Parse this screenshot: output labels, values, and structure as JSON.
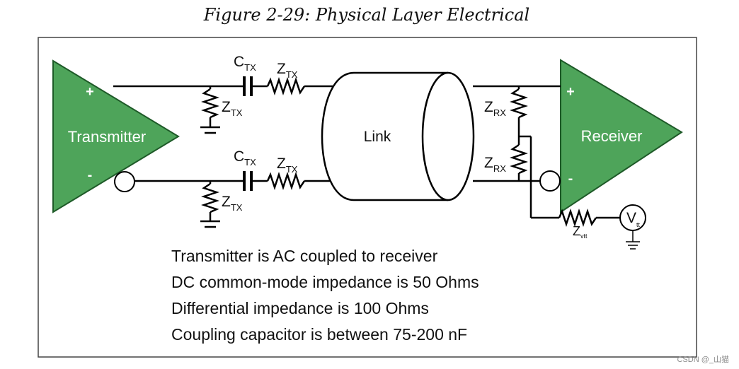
{
  "figure_caption": "Figure 2-29: Physical Layer Electrical",
  "colors": {
    "amplifier_fill": "#4ea45a",
    "amplifier_stroke": "#1e5a28",
    "wire": "#000000",
    "frame": "#444444"
  },
  "transmitter": {
    "label": "Transmitter",
    "plus": "+",
    "minus": "-"
  },
  "receiver": {
    "label": "Receiver",
    "plus": "+",
    "minus": "-"
  },
  "link": {
    "label": "Link"
  },
  "components": {
    "ctx": {
      "main": "C",
      "sub": "TX"
    },
    "ztx": {
      "main": "Z",
      "sub": "TX"
    },
    "zrx": {
      "main": "Z",
      "sub": "RX"
    },
    "zvtt": {
      "main": "Z",
      "sub": "vtt"
    },
    "vtt": {
      "main": "V",
      "sub": "tt"
    }
  },
  "notes": [
    "Transmitter is AC coupled to receiver",
    "DC common-mode impedance is 50 Ohms",
    "Differential impedance is 100 Ohms",
    "Coupling capacitor is between 75-200 nF"
  ],
  "watermark": "CSDN @_山猫"
}
